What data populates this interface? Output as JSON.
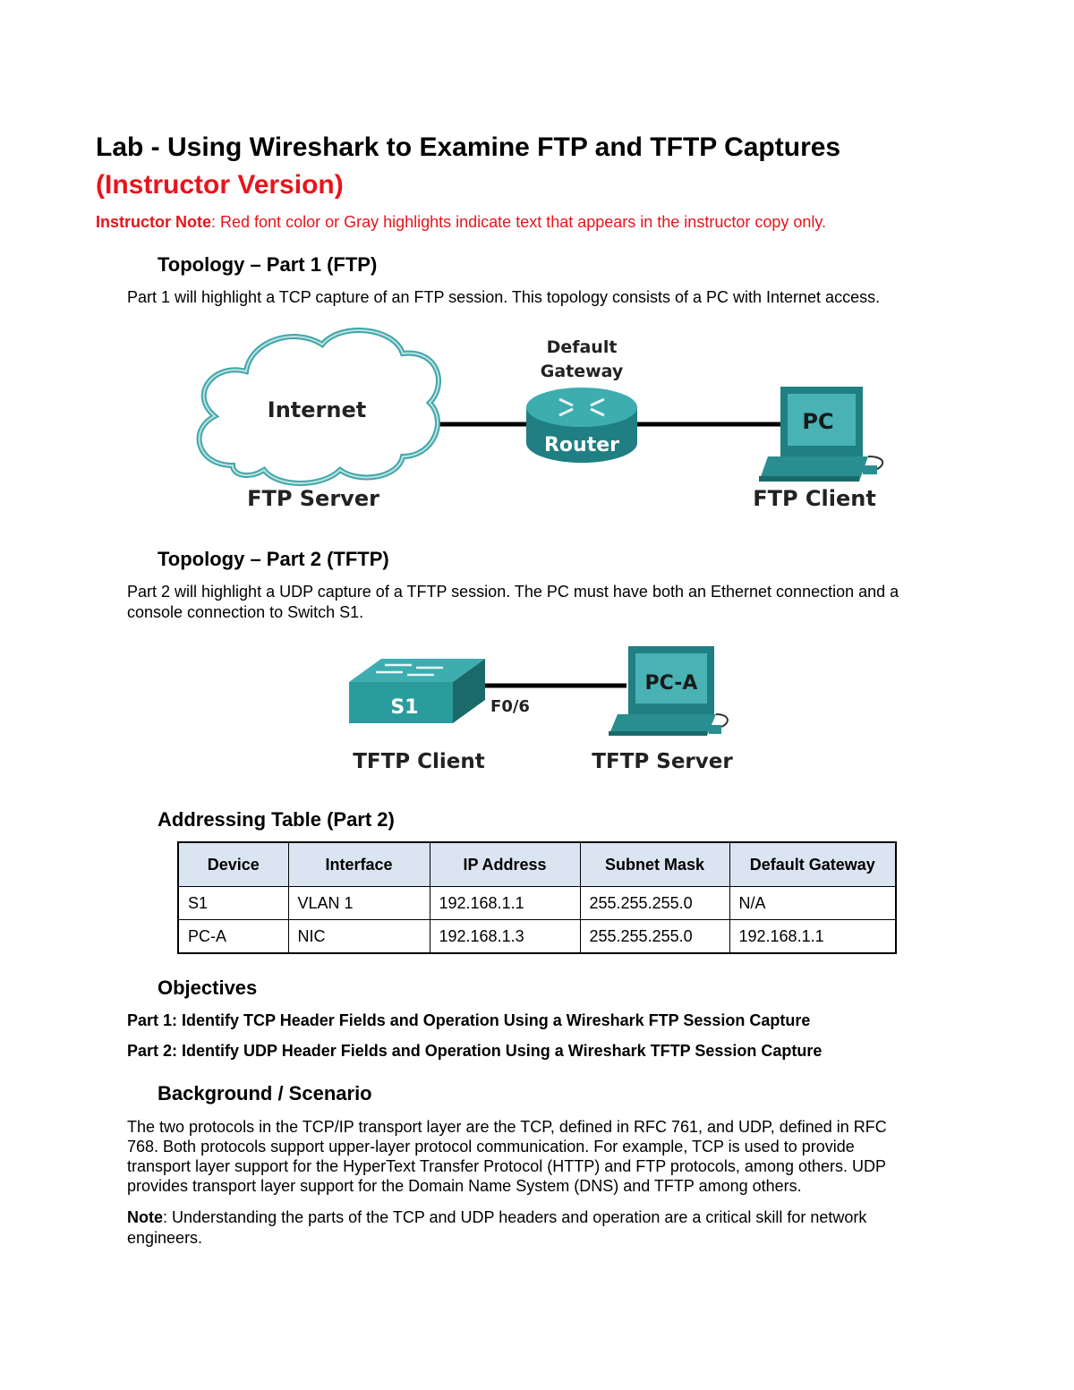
{
  "doc": {
    "title": "Lab - Using Wireshark to Examine FTP and TFTP Captures",
    "title_suffix": "(Instructor Version)",
    "instructor_note_label": "Instructor Note",
    "instructor_note_text": ": Red font color or Gray highlights indicate text that appears in the instructor copy only."
  },
  "topology1": {
    "heading": "Topology – Part 1 (FTP)",
    "description": "Part 1 will highlight a TCP capture of an FTP session. This topology consists of a PC with Internet access.",
    "cloud_label": "Internet",
    "router_top_label_1": "Default",
    "router_top_label_2": "Gateway",
    "router_label": "Router",
    "pc_label": "PC",
    "server_caption": "FTP Server",
    "client_caption": "FTP Client"
  },
  "topology2": {
    "heading": "Topology – Part 2 (TFTP)",
    "description_line1": "Part 2 will highlight a UDP capture of a TFTP session. The PC must have both an Ethernet connection and a",
    "description_line2": "console connection to Switch S1.",
    "switch_label": "S1",
    "port_label": "F0/6",
    "pc_label": "PC-A",
    "client_caption": "TFTP Client",
    "server_caption": "TFTP Server"
  },
  "addressing": {
    "heading": "Addressing Table (Part 2)",
    "headers": [
      "Device",
      "Interface",
      "IP Address",
      "Subnet Mask",
      "Default Gateway"
    ],
    "rows": [
      [
        "S1",
        "VLAN 1",
        "192.168.1.1",
        "255.255.255.0",
        "N/A"
      ],
      [
        "PC-A",
        "NIC",
        "192.168.1.3",
        "255.255.255.0",
        "192.168.1.1"
      ]
    ]
  },
  "objectives": {
    "heading": "Objectives",
    "items": [
      "Part 1: Identify TCP Header Fields and Operation Using a Wireshark FTP Session Capture",
      "Part 2: Identify UDP Header Fields and Operation Using a Wireshark TFTP Session Capture"
    ]
  },
  "background": {
    "heading": "Background / Scenario",
    "lines": [
      "The two protocols in the TCP/IP transport layer are the TCP, defined in RFC 761, and UDP, defined in RFC",
      "768. Both protocols support upper-layer protocol communication. For example, TCP is used to provide",
      "transport layer support for the HyperText Transfer Protocol (HTTP) and FTP protocols, among others. UDP",
      "provides transport layer support for the Domain Name System (DNS) and TFTP among others."
    ],
    "note_label": "Note",
    "note_line1": ": Understanding the parts of the TCP and UDP headers and operation are a critical skill for network",
    "note_line2": "engineers."
  },
  "colors": {
    "red": "#e8141c",
    "teal": "#2a9c9e",
    "table_header_bg": "#dbe5f1"
  }
}
